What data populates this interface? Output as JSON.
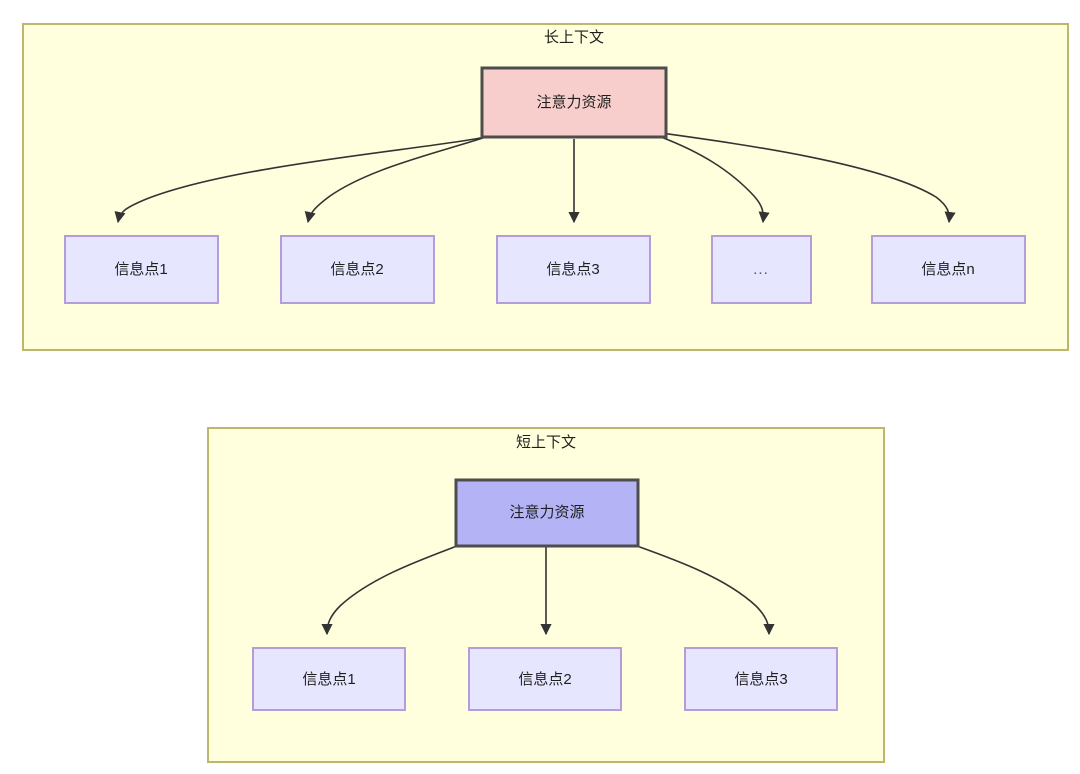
{
  "diagram": {
    "type": "flowchart",
    "background_color": "#ffffff",
    "palette": {
      "container_fill": "#ffffdd",
      "container_stroke": "#bdb76b",
      "attention_long_fill": "#f8cecc",
      "attention_long_stroke": "#4d4d4d",
      "attention_short_fill": "#b3b3f5",
      "attention_short_stroke": "#4d4d4d",
      "info_fill": "#e6e6ff",
      "info_stroke": "#b39ddb",
      "edge_stroke": "#333333",
      "text_color": "#1f1f1f"
    },
    "groups": [
      {
        "id": "long-context",
        "title": "长上下文",
        "root": {
          "id": "attention-long",
          "label": "注意力资源"
        },
        "children": [
          {
            "id": "info-long-1",
            "label": "信息点1"
          },
          {
            "id": "info-long-2",
            "label": "信息点2"
          },
          {
            "id": "info-long-3",
            "label": "信息点3"
          },
          {
            "id": "info-long-ellipsis",
            "label": "..."
          },
          {
            "id": "info-long-n",
            "label": "信息点n"
          }
        ]
      },
      {
        "id": "short-context",
        "title": "短上下文",
        "root": {
          "id": "attention-short",
          "label": "注意力资源"
        },
        "children": [
          {
            "id": "info-short-1",
            "label": "信息点1"
          },
          {
            "id": "info-short-2",
            "label": "信息点2"
          },
          {
            "id": "info-short-3",
            "label": "信息点3"
          }
        ]
      }
    ]
  }
}
